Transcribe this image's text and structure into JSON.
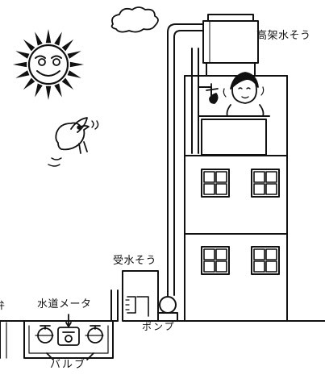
{
  "labels": {
    "elevated_tank": "高架水そう",
    "receiving_tank": "受水そう",
    "water_meter": "水道メータ",
    "pump": "ポンプ",
    "valve": "バルブ",
    "left_clipped": "弁"
  },
  "colors": {
    "ink": "#111111",
    "paper": "#ffffff"
  },
  "icons": [
    "sun-icon",
    "cloud-icon",
    "bird-icon",
    "faucet-icon",
    "person-icon",
    "pump-icon",
    "valve-icon",
    "water-meter-icon"
  ]
}
